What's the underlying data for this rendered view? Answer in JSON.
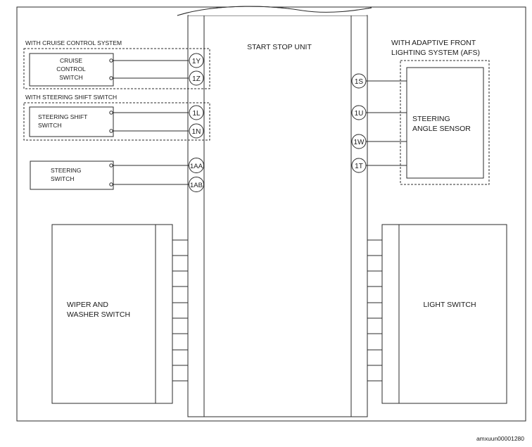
{
  "unit": {
    "label": "START STOP UNIT"
  },
  "cruise_group": {
    "label": "WITH CRUISE CONTROL SYSTEM",
    "switch_lines": [
      "CRUISE",
      "CONTROL",
      "SWITCH"
    ],
    "pins": [
      "1Y",
      "1Z"
    ]
  },
  "steering_shift_group": {
    "label": "WITH STEERING SHIFT SWITCH",
    "switch_lines": [
      "STEERING SHIFT",
      "SWITCH"
    ],
    "pins": [
      "1L",
      "1N"
    ]
  },
  "steering_switch": {
    "lines": [
      "STEERING",
      "SWITCH"
    ],
    "pins": [
      "1AA",
      "1AB"
    ]
  },
  "afs_group": {
    "label_lines": [
      "WITH ADAPTIVE FRONT",
      "LIGHTING SYSTEM (AFS)"
    ],
    "sensor_lines": [
      "STEERING",
      "ANGLE SENSOR"
    ],
    "pins": [
      "1S",
      "1U",
      "1W",
      "1T"
    ]
  },
  "wiper_switch": {
    "lines": [
      "WIPER AND",
      "WASHER SWITCH"
    ]
  },
  "light_switch": {
    "label": "LIGHT SWITCH"
  },
  "figure_id": "amxuun00001280"
}
